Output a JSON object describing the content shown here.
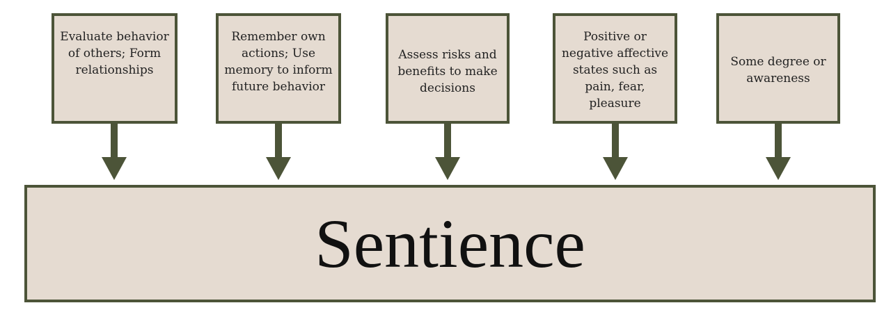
{
  "inputs": [
    {
      "text": "Evaluate behavior of others; Form relationships"
    },
    {
      "text": "Remember own actions; Use memory to inform future behavior"
    },
    {
      "text": "Assess risks and benefits to make decisions"
    },
    {
      "text": "Positive or negative affective states such as pain, fear, pleasure"
    },
    {
      "text": "Some degree or awareness"
    }
  ],
  "target": {
    "label": "Sentience"
  },
  "colors": {
    "fill": "#e5dbd1",
    "border": "#4c5438",
    "arrow": "#4c5438"
  }
}
